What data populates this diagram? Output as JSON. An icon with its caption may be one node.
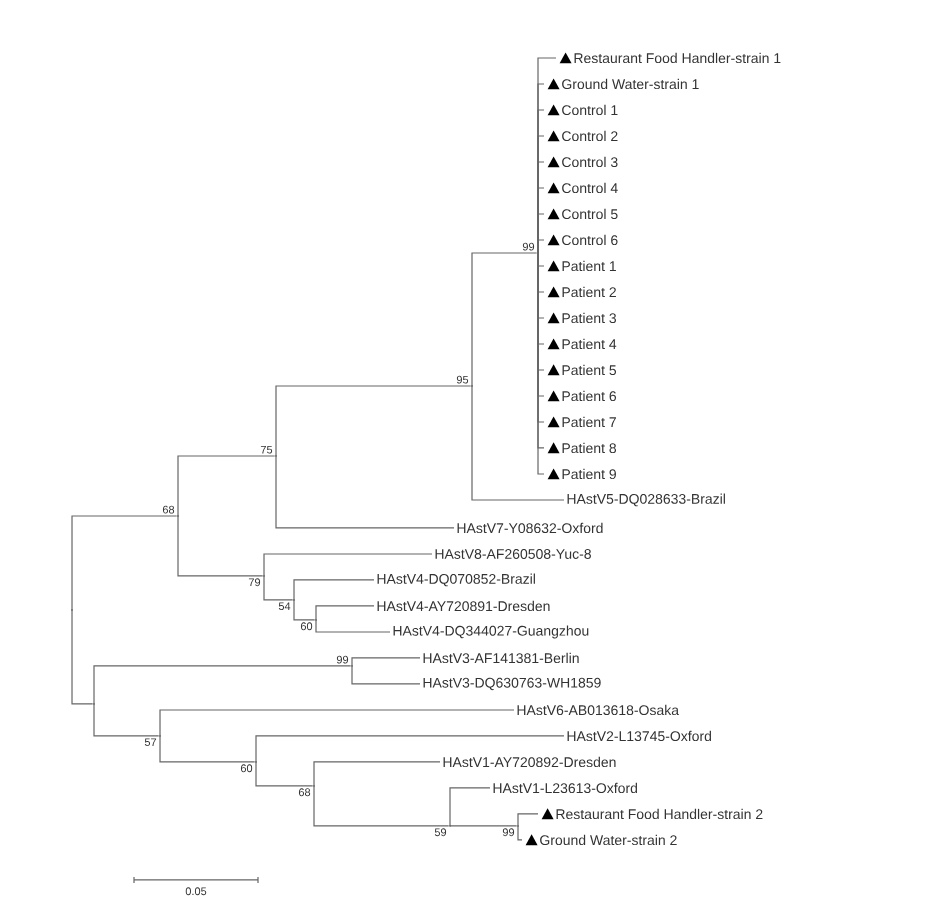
{
  "diagram": {
    "nodes": [
      {
        "text": [
          "Restaurant Food Handler-strain 1"
        ]
      },
      {
        "text": [
          "Ground Water-strain 1"
        ]
      },
      {
        "text": [
          "Control 1"
        ]
      },
      {
        "text": [
          "Control 2"
        ]
      },
      {
        "text": [
          "Control 3"
        ]
      },
      {
        "text": [
          "Control 4"
        ]
      },
      {
        "text": [
          "Control 5"
        ]
      },
      {
        "text": [
          "Control 6"
        ]
      },
      {
        "text": [
          "Patient 1"
        ]
      },
      {
        "text": [
          "Patient 2"
        ]
      },
      {
        "text": [
          "Patient 3"
        ]
      },
      {
        "text": [
          "Patient 4"
        ]
      },
      {
        "text": [
          "Patient 5"
        ]
      },
      {
        "text": [
          "Patient 6"
        ]
      },
      {
        "text": [
          "Patient 7"
        ]
      },
      {
        "text": [
          "Patient 8"
        ]
      },
      {
        "text": [
          "Patient 9"
        ]
      },
      {
        "text": [
          "HAstV5-DQ028633-Brazil"
        ]
      },
      {
        "text": [
          "HAstV7-Y08632-Oxford"
        ]
      },
      {
        "text": [
          "HAstV8-AF260508-Yuc-8"
        ]
      },
      {
        "text": [
          "HAstV4-DQ070852-Brazil"
        ]
      },
      {
        "text": [
          "HAstV4-AY720891-Dresden"
        ]
      },
      {
        "text": [
          "HAstV4-DQ344027-Guangzhou"
        ]
      },
      {
        "text": [
          "HAstV3-AF141381-Berlin"
        ]
      },
      {
        "text": [
          "HAstV3-DQ630763-WH1859"
        ]
      },
      {
        "text": [
          "HAstV6-AB013618-Osaka"
        ]
      },
      {
        "text": [
          "HAstV2-L13745-Oxford"
        ]
      },
      {
        "text": [
          "HAstV1-AY720892-Dresden"
        ]
      },
      {
        "text": [
          "HAstV1-L23613-Oxford"
        ]
      },
      {
        "text": [
          "Restaurant Food Handler-strain 2"
        ]
      },
      {
        "text": [
          "Ground Water-strain 2"
        ]
      },
      {
        "text": [],
        "shape": "point"
      },
      {
        "text": [],
        "shape": "point",
        "beside": [
          "68"
        ]
      },
      {
        "text": [],
        "shape": "point",
        "beside": [
          "75"
        ]
      },
      {
        "text": [],
        "shape": "point",
        "beside": [
          "95"
        ]
      },
      {
        "text": [],
        "shape": "point",
        "beside": [
          "99"
        ]
      },
      {
        "text": [],
        "shape": "point",
        "beside": [
          "79"
        ]
      },
      {
        "text": [],
        "shape": "point",
        "beside": [
          "54"
        ]
      },
      {
        "text": [],
        "shape": "point",
        "beside": [
          "60"
        ]
      },
      {
        "text": [],
        "shape": "point"
      },
      {
        "text": [],
        "shape": "point",
        "beside": [
          "99"
        ]
      },
      {
        "text": [],
        "shape": "point",
        "beside": [
          "57"
        ]
      },
      {
        "text": [],
        "shape": "point",
        "beside": [
          "60"
        ]
      },
      {
        "text": [],
        "shape": "point",
        "beside": [
          "68"
        ]
      },
      {
        "text": [],
        "shape": "point",
        "beside": [
          "59"
        ]
      },
      {
        "text": [],
        "shape": "point",
        "beside": [
          "99"
        ]
      }
    ],
    "edges": [
      {
        "from": 31,
        "to": 32,
        "arrow": "none"
      },
      {
        "from": 31,
        "to": 39,
        "arrow": "none"
      },
      {
        "from": 32,
        "to": 33,
        "arrow": "none"
      },
      {
        "from": 32,
        "to": 36,
        "arrow": "none"
      },
      {
        "from": 33,
        "to": 34,
        "arrow": "none"
      },
      {
        "from": 33,
        "to": 18,
        "arrow": "none"
      },
      {
        "from": 34,
        "to": 35,
        "arrow": "none"
      },
      {
        "from": 34,
        "to": 17,
        "arrow": "none"
      },
      {
        "from": 35,
        "to": 0,
        "arrow": "none"
      },
      {
        "from": 35,
        "to": 1,
        "arrow": "none"
      },
      {
        "from": 35,
        "to": 2,
        "arrow": "none"
      },
      {
        "from": 35,
        "to": 3,
        "arrow": "none"
      },
      {
        "from": 35,
        "to": 4,
        "arrow": "none"
      },
      {
        "from": 35,
        "to": 5,
        "arrow": "none"
      },
      {
        "from": 35,
        "to": 6,
        "arrow": "none"
      },
      {
        "from": 35,
        "to": 7,
        "arrow": "none"
      },
      {
        "from": 35,
        "to": 8,
        "arrow": "none"
      },
      {
        "from": 35,
        "to": 9,
        "arrow": "none"
      },
      {
        "from": 35,
        "to": 10,
        "arrow": "none"
      },
      {
        "from": 35,
        "to": 11,
        "arrow": "none"
      },
      {
        "from": 35,
        "to": 12,
        "arrow": "none"
      },
      {
        "from": 35,
        "to": 13,
        "arrow": "none"
      },
      {
        "from": 35,
        "to": 14,
        "arrow": "none"
      },
      {
        "from": 35,
        "to": 15,
        "arrow": "none"
      },
      {
        "from": 35,
        "to": 16,
        "arrow": "none"
      },
      {
        "from": 36,
        "to": 19,
        "arrow": "none"
      },
      {
        "from": 36,
        "to": 37,
        "arrow": "none"
      },
      {
        "from": 37,
        "to": 20,
        "arrow": "none"
      },
      {
        "from": 37,
        "to": 38,
        "arrow": "none"
      },
      {
        "from": 38,
        "to": 21,
        "arrow": "none"
      },
      {
        "from": 38,
        "to": 22,
        "arrow": "none"
      },
      {
        "from": 39,
        "to": 40,
        "arrow": "none"
      },
      {
        "from": 39,
        "to": 41,
        "arrow": "none"
      },
      {
        "from": 40,
        "to": 23,
        "arrow": "none"
      },
      {
        "from": 40,
        "to": 24,
        "arrow": "none"
      },
      {
        "from": 41,
        "to": 25,
        "arrow": "none"
      },
      {
        "from": 41,
        "to": 42,
        "arrow": "none"
      },
      {
        "from": 42,
        "to": 26,
        "arrow": "none"
      },
      {
        "from": 42,
        "to": 43,
        "arrow": "none"
      },
      {
        "from": 43,
        "to": 27,
        "arrow": "none"
      },
      {
        "from": 43,
        "to": 44,
        "arrow": "none"
      },
      {
        "from": 44,
        "to": 28,
        "arrow": "none"
      },
      {
        "from": 44,
        "to": 45,
        "arrow": "none"
      },
      {
        "from": 45,
        "to": 29,
        "arrow": "none"
      },
      {
        "from": 45,
        "to": 30,
        "arrow": "none"
      }
    ],
    "labels": [
      "0.05"
    ]
  }
}
